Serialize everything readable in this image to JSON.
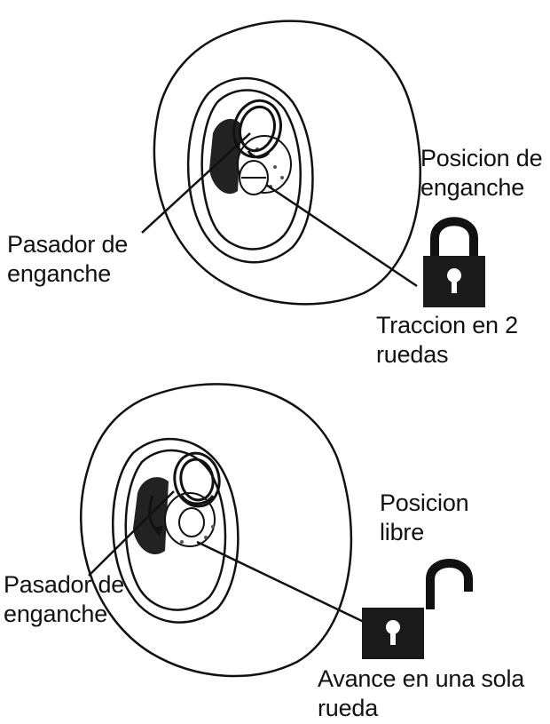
{
  "colors": {
    "ink": "#111111",
    "background": "#ffffff",
    "lock_body": "#1a1a1a"
  },
  "top_panel": {
    "state_label_line1": "Posicion de",
    "state_label_line2": "enganche",
    "pin_label_line1": "Pasador de",
    "pin_label_line2": "enganche",
    "mode_label_line1": "Traccion en 2",
    "mode_label_line2": "ruedas",
    "lock_icon": "padlock-closed-icon"
  },
  "bottom_panel": {
    "state_label_line1": "Posicion",
    "state_label_line2": "libre",
    "pin_label_line1": "Pasador de",
    "pin_label_line2": "enganche",
    "mode_label_line1": "Avance en una sola",
    "mode_label_line2": "rueda",
    "lock_icon": "padlock-open-icon"
  }
}
